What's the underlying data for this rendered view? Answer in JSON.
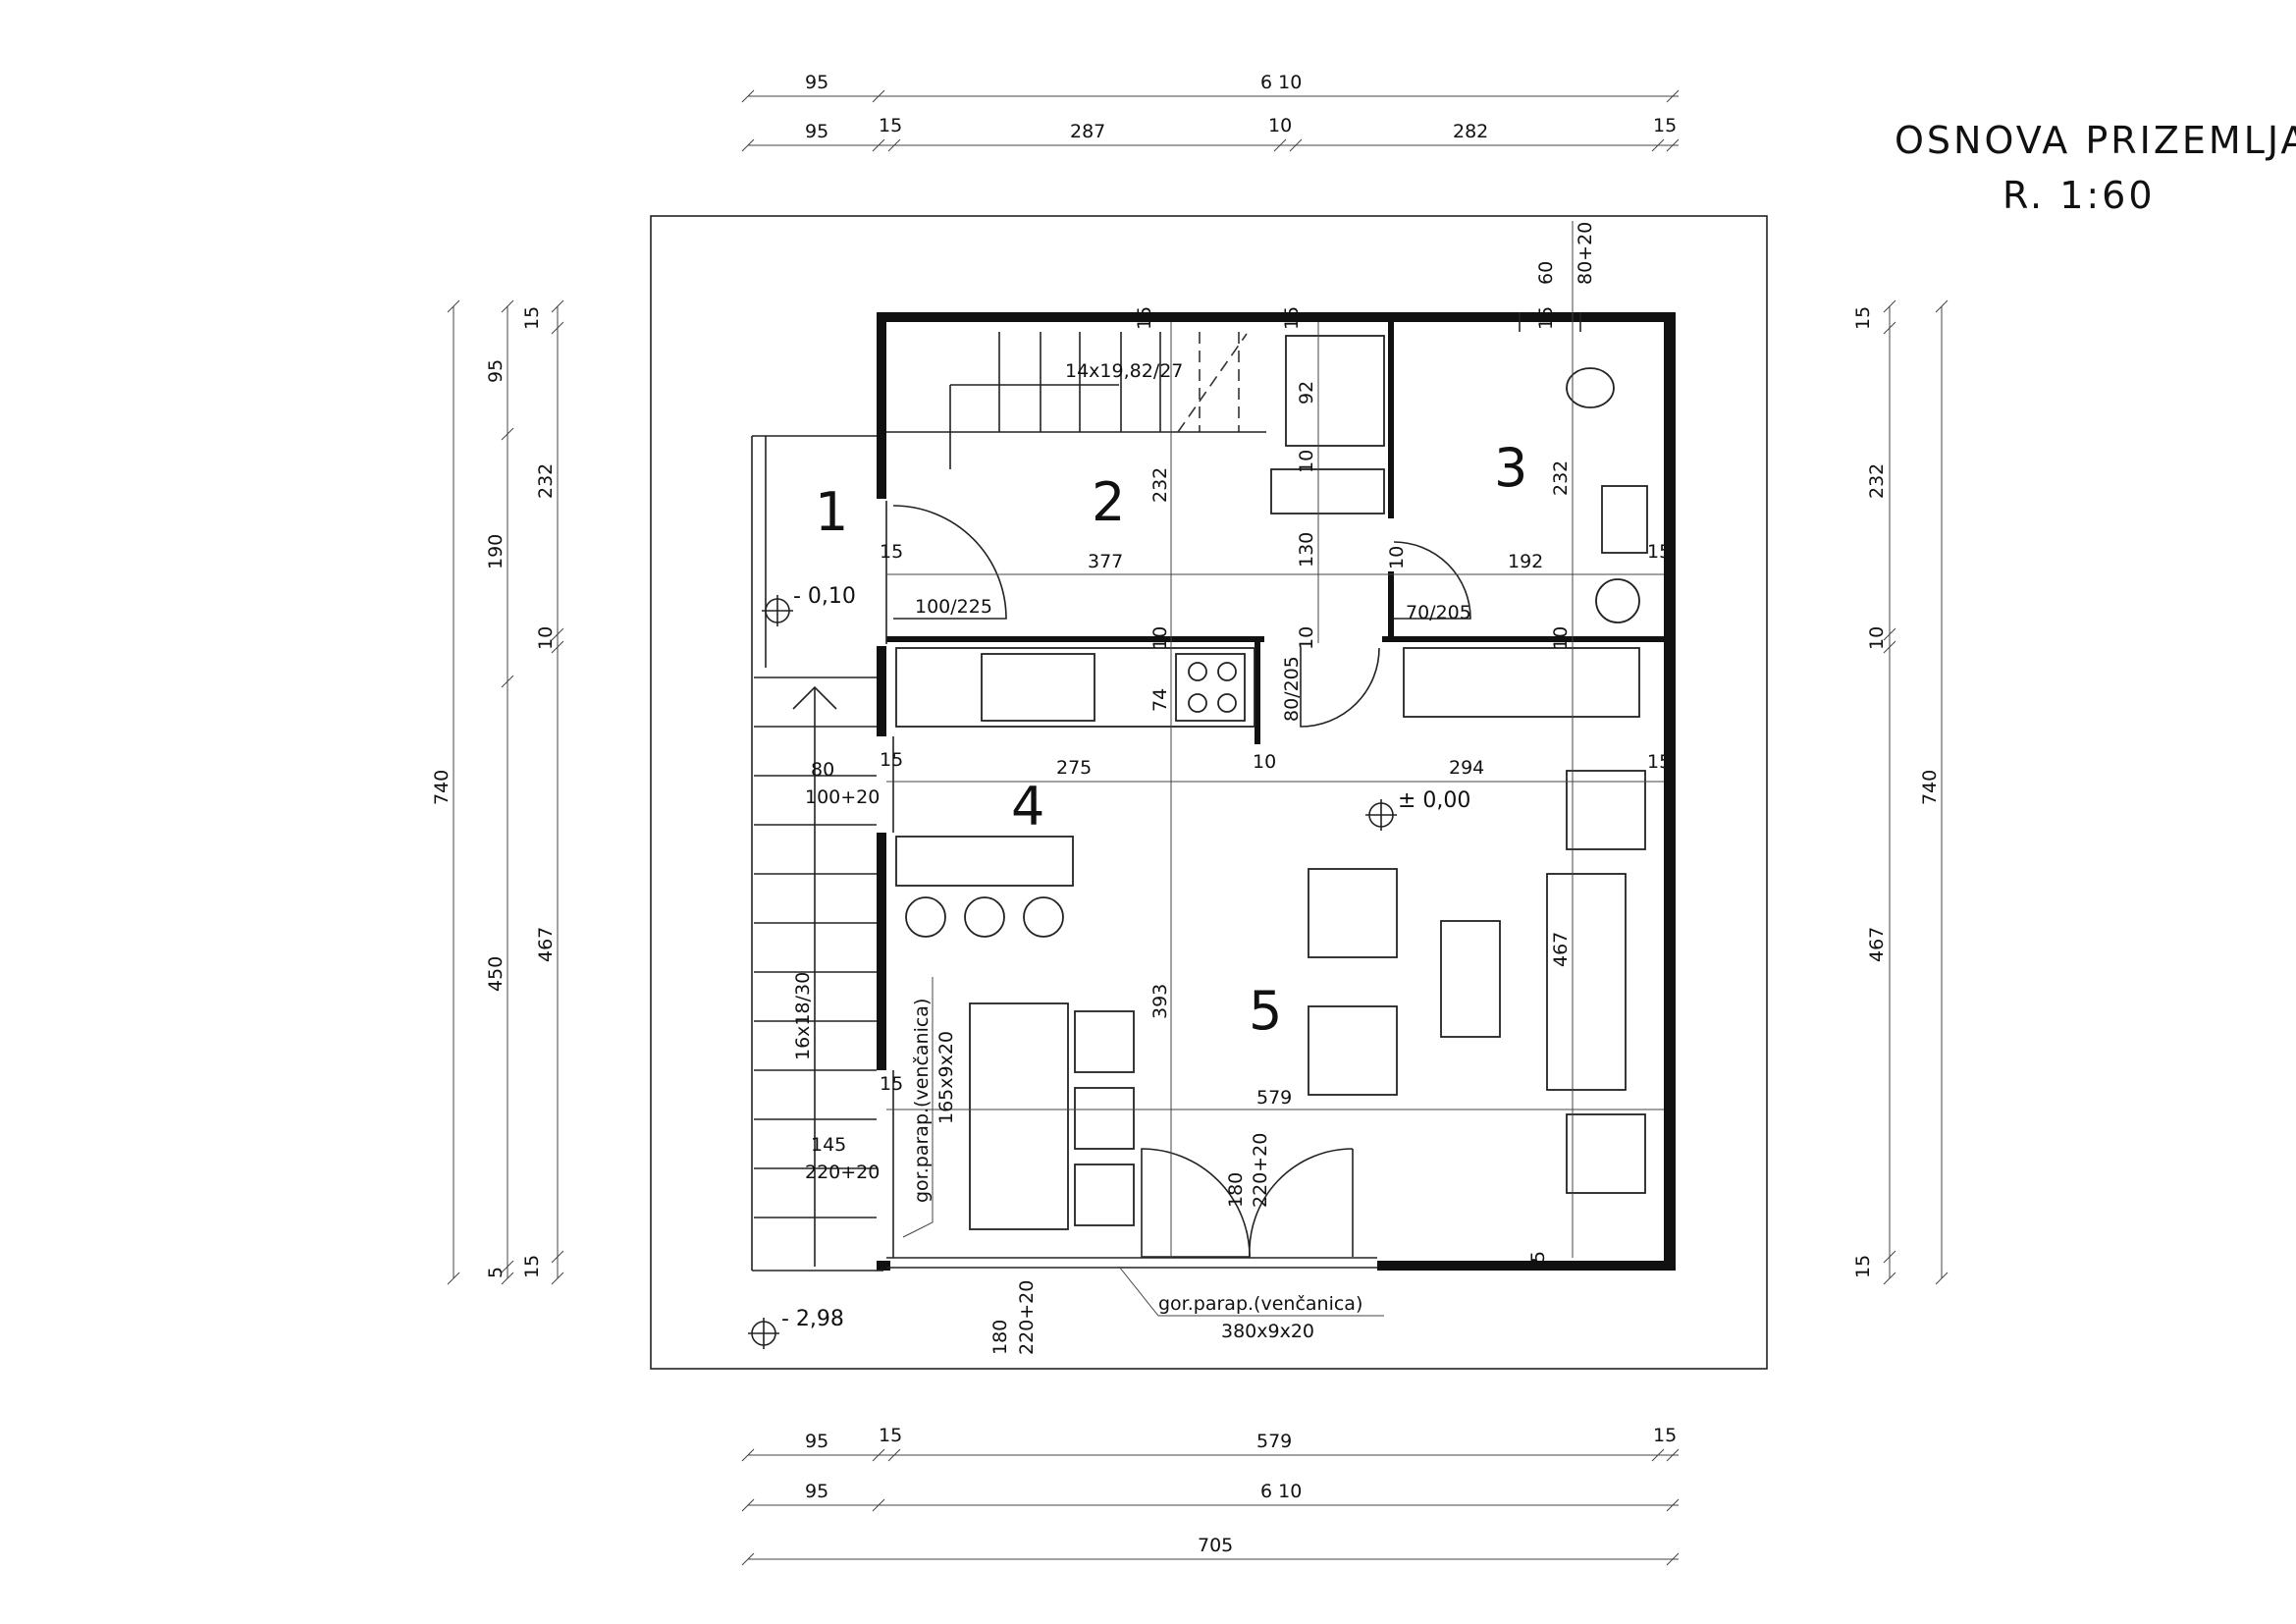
{
  "title": "OSNOVA PRIZEMLJA",
  "scale": "R. 1:60",
  "rooms": [
    "1",
    "2",
    "3",
    "4",
    "5"
  ],
  "levels": {
    "terrace": "- 0,10",
    "interior": "± 0,00",
    "ground": "- 2,98"
  },
  "dims_top": {
    "row1": [
      "95",
      "6 10"
    ],
    "row2": [
      "95",
      "15",
      "287",
      "10",
      "282",
      "15"
    ]
  },
  "dims_bottom": {
    "row1": [
      "95",
      "15",
      "579",
      "15"
    ],
    "row2": [
      "95",
      "6 10"
    ],
    "row3": [
      "705"
    ]
  },
  "dims_left": {
    "outer": [
      "740"
    ],
    "mid": [
      "95",
      "190",
      "450",
      "5"
    ],
    "inner": [
      "15",
      "232",
      "10",
      "467",
      "15"
    ]
  },
  "dims_right": {
    "inner": [
      "15",
      "232",
      "10",
      "467",
      "15"
    ],
    "outer": [
      "740"
    ]
  },
  "superscript": "5",
  "interior_dims": {
    "w_upper_left": "15",
    "w_upper_mid": "377",
    "w_upper_right": "192",
    "w_lower_left": "15",
    "w_lower_mid": "275",
    "w_lower_gap": "10",
    "w_lower_right": "294",
    "w_right_a": "15",
    "w_right_b": "15",
    "h_room2": "232",
    "h_room3": "232",
    "h_130": "130",
    "h_10a": "10",
    "h_10b": "10",
    "h_10c": "10",
    "h_10d": "10",
    "h_10e": "10",
    "h_74": "74",
    "h_393": "393",
    "h_467": "467",
    "h_92": "92",
    "h_15_stair": "15",
    "h_15_bath": "15",
    "h_15_top": "15",
    "h_60": "60",
    "h_80_20": "80+20",
    "w_579": "579",
    "w_15_left_b": "15",
    "h_5": "5"
  },
  "openings": {
    "door_main": "100/225",
    "door_wc": "70/205",
    "door_kitchen": "80/205",
    "win_left_a": "80",
    "win_left_a2": "100+20",
    "win_left_b": "145",
    "win_left_b2": "220+20",
    "door_front_a": "180",
    "door_front_b": "220+20",
    "door_bottom_a": "180",
    "door_bottom_b": "220+20"
  },
  "stairs": {
    "inner": "14x19,82/27",
    "outer": "16x18/30"
  },
  "notes": {
    "lintel_left": "gor.parap.(venčanica)",
    "lintel_left_size": "165x9x20",
    "lintel_bottom": "gor.parap.(venčanica)",
    "lintel_bottom_size": "380x9x20"
  }
}
